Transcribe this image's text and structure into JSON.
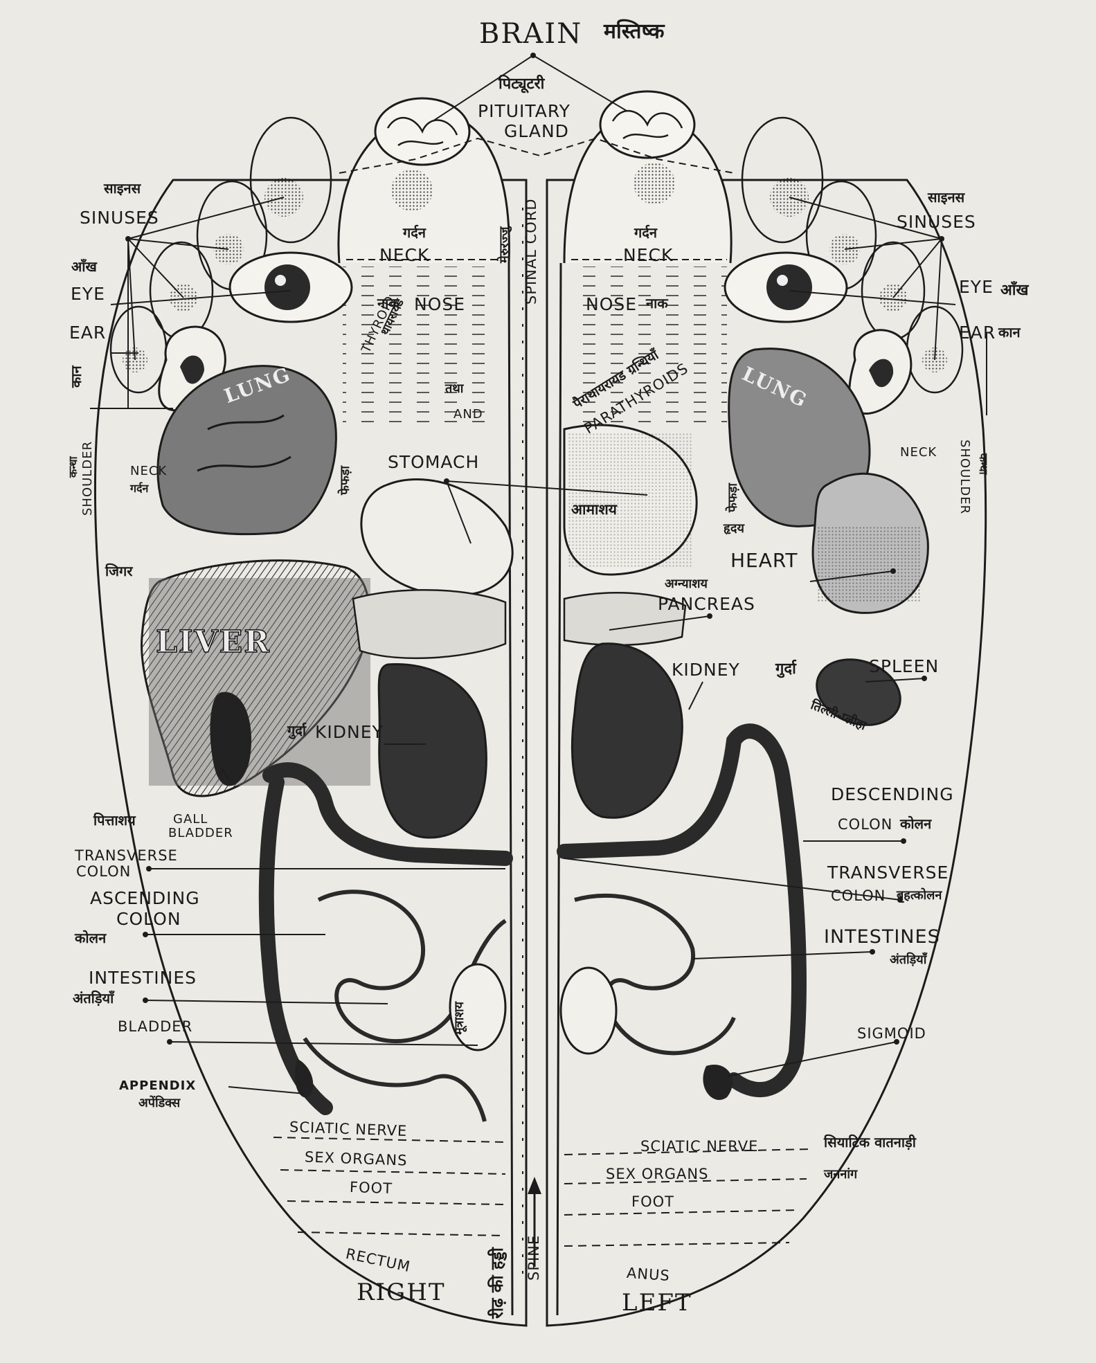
{
  "labels": {
    "brain": "BRAIN",
    "brain_hi": "मस्तिष्क",
    "pituitary_hi": "पिट्यूटरी",
    "pituitary": "PITUITARY",
    "gland": "GLAND",
    "sinuses_left": "SINUSES",
    "sinuses_left_hi": "साइनस",
    "sinuses_right": "SINUSES",
    "sinuses_right_hi": "साइनस",
    "eye_left": "EYE",
    "eye_left_hi": "आँख",
    "eye_right": "EYE",
    "eye_right_hi": "आँख",
    "ear_left": "EAR",
    "ear_left_hi": "कान",
    "ear_right": "EAR",
    "ear_right_hi": "कान",
    "neck_left": "NECK",
    "neck_left_hi": "गर्दन",
    "neck_right": "NECK",
    "neck_right_hi": "गर्दन",
    "nose_left": "NOSE",
    "nose_left_hi": "नाक",
    "nose_right": "NOSE",
    "nose_right_hi": "नाक",
    "spinal_cord": "SPINAL CORD",
    "spinal_cord_hi": "मेरुरज्जु",
    "thyroid": "THYROID",
    "thyroid_hi": "थायरायड",
    "and": "AND",
    "and_hi": "तथा",
    "parathyroids": "PARATHYROIDS",
    "parathyroids_hi": "पैराथायरायड ग्रन्थियाँ",
    "lung_left": "LUNG",
    "lung_left_hi": "फेफड़ा",
    "lung_right": "LUNG",
    "lung_right_hi": "फेफड़ा",
    "shoulder_left": "SHOULDER",
    "shoulder_left_hi": "कन्धा",
    "shoulder_right": "SHOULDER",
    "shoulder_right_hi": "कन्धा",
    "neck_small_left": "NECK",
    "neck_small_left_hi": "गर्दन",
    "neck_small_right": "NECK",
    "stomach": "STOMACH",
    "stomach_hi": "आमाशय",
    "heart": "HEART",
    "heart_hi": "हृदय",
    "liver": "LIVER",
    "liver_hi": "जिगर",
    "pancreas": "PANCREAS",
    "pancreas_hi": "अग्न्याशय",
    "kidney_left": "KIDNEY",
    "kidney_left_hi": "गुर्दा",
    "kidney_right": "KIDNEY",
    "kidney_right_hi": "गुर्दा",
    "spleen": "SPLEEN",
    "spleen_hi": "तिल्ली-प्लीहा",
    "gall": "GALL",
    "bladder_gall": "BLADDER",
    "gall_hi": "पित्ताशय",
    "transverse_colon_l1": "TRANSVERSE",
    "transverse_colon_l2": "COLON",
    "transverse_colon_r1": "TRANSVERSE",
    "transverse_colon_r2": "COLON",
    "transverse_colon_r_hi": "बृहत्कोलन",
    "ascending_colon_1": "ASCENDING",
    "ascending_colon_2": "COLON",
    "ascending_colon_hi": "कोलन",
    "descending_colon_1": "DESCENDING",
    "descending_colon_2": "COLON",
    "descending_colon_hi": "कोलन",
    "intestines_left": "INTESTINES",
    "intestines_left_hi": "अंतड़ियाँ",
    "intestines_right": "INTESTINES",
    "intestines_right_hi": "अंतड़ियाँ",
    "bladder": "BLADDER",
    "bladder_hi": "मूत्राशय",
    "appendix": "APPENDIX",
    "appendix_hi": "अपेंडिक्स",
    "sigmoid": "SIGMOID",
    "sciatic_left": "SCIATIC NERVE",
    "sciatic_right": "SCIATIC NERVE",
    "sciatic_hi": "सियाटिक वातनाड़ी",
    "sex_left": "SEX ORGANS",
    "sex_right": "SEX ORGANS",
    "sex_hi": "जननांग",
    "foot_left": "FOOT",
    "foot_right": "FOOT",
    "rectum": "RECTUM",
    "anus": "ANUS",
    "spine": "SPINE",
    "spine_hi": "रीढ़ की हड्डी",
    "right": "RIGHT",
    "left": "LEFT"
  }
}
